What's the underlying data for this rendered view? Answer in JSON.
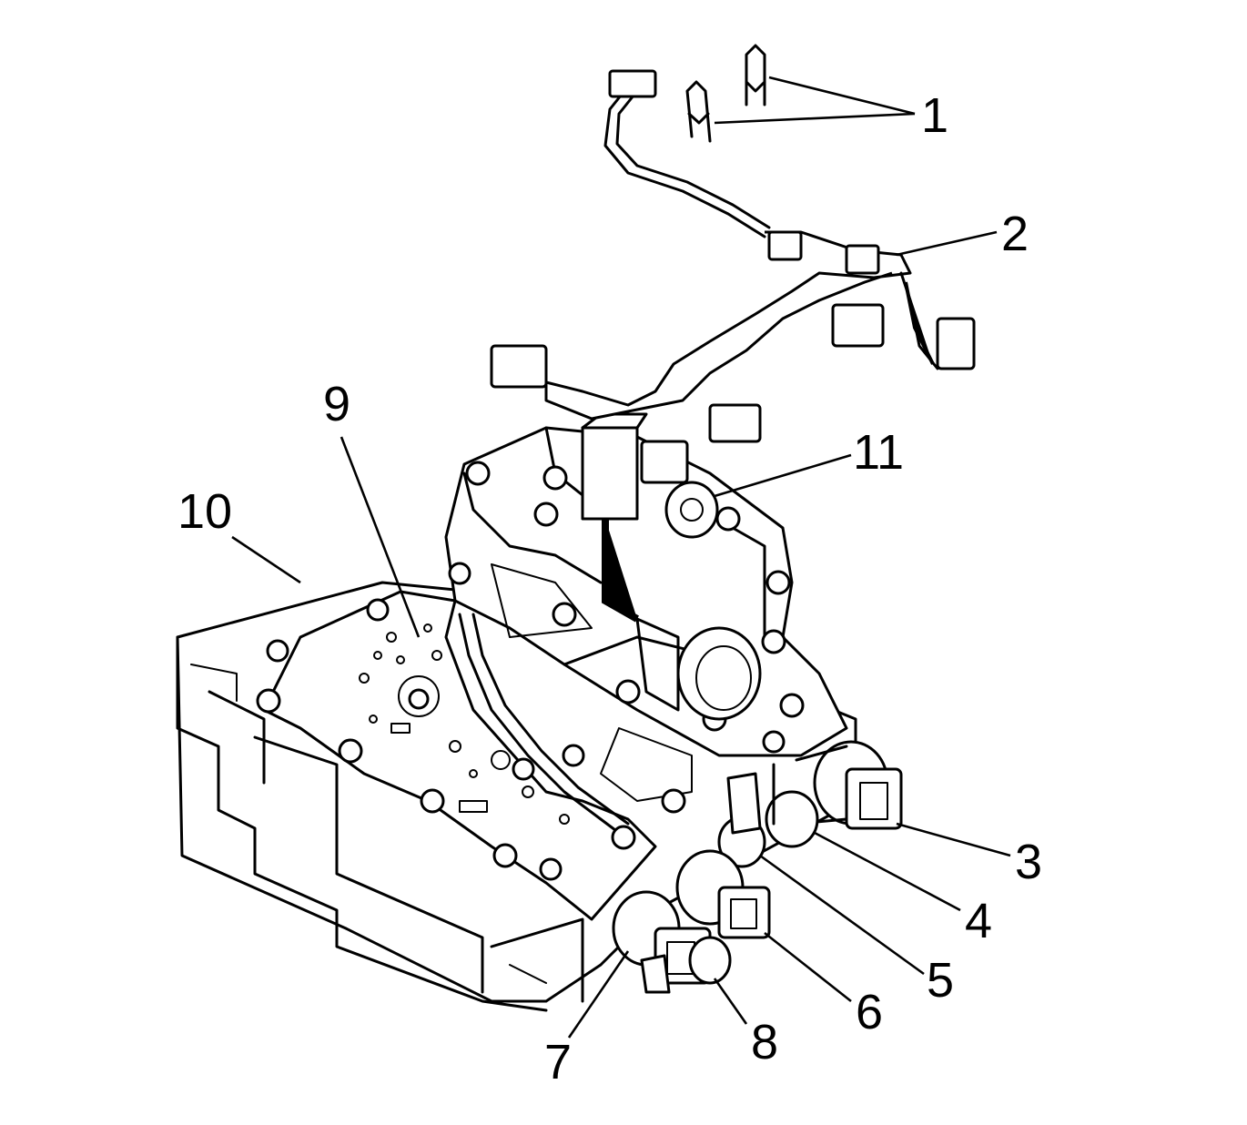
{
  "callouts": [
    {
      "id": "c1",
      "label": "1"
    },
    {
      "id": "c2",
      "label": "2"
    },
    {
      "id": "c3",
      "label": "3"
    },
    {
      "id": "c4",
      "label": "4"
    },
    {
      "id": "c5",
      "label": "5"
    },
    {
      "id": "c6",
      "label": "6"
    },
    {
      "id": "c7",
      "label": "7"
    },
    {
      "id": "c8",
      "label": "8"
    },
    {
      "id": "c9",
      "label": "9"
    },
    {
      "id": "c10",
      "label": "10"
    },
    {
      "id": "c11",
      "label": "11"
    }
  ],
  "colors": {
    "ink": "#000000",
    "paper": "#ffffff"
  }
}
